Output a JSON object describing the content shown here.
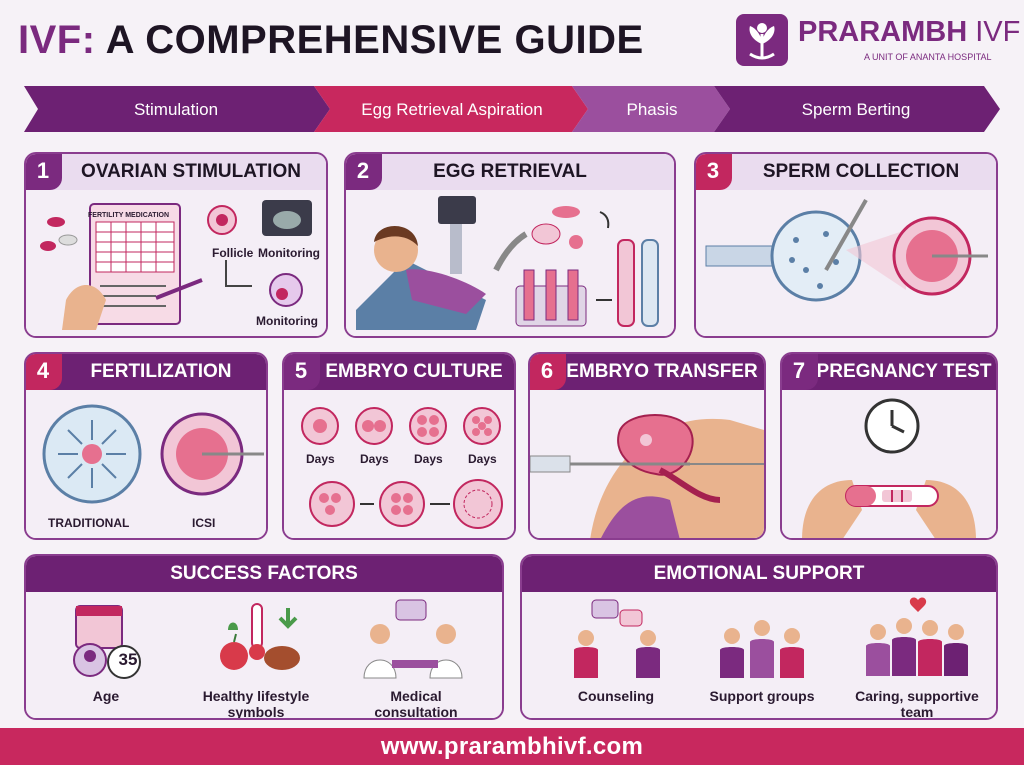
{
  "header": {
    "title_accent": "IVF:",
    "title_rest": " A COMPREHENSIVE GUIDE",
    "logo_bold": "PRARAMBH",
    "logo_light": " IVF",
    "logo_sub": "A UNIT OF ANANTA HOSPITAL"
  },
  "process": {
    "steps": [
      "Stimulation",
      "Egg Retrieval Aspiration",
      "Phasis",
      "Sperm Berting"
    ]
  },
  "cards": {
    "c1": {
      "num": "1",
      "title": "OVARIAN STIMULATION",
      "sheet": "FERTILITY MEDICATION",
      "follicle": "Follicle",
      "monitoring1": "Monitoring",
      "monitoring2": "Monitoring"
    },
    "c2": {
      "num": "2",
      "title": "EGG RETRIEVAL"
    },
    "c3": {
      "num": "3",
      "title": "SPERM COLLECTION"
    },
    "c4": {
      "num": "4",
      "title": "FERTILIZATION",
      "traditional": "TRADITIONAL",
      "icsi": "ICSI"
    },
    "c5": {
      "num": "5",
      "title": "EMBRYO CULTURE",
      "days": [
        "Days",
        "Days",
        "Days",
        "Days"
      ]
    },
    "c6": {
      "num": "6",
      "title": "EMBRYO TRANSFER"
    },
    "c7": {
      "num": "7",
      "title": "PREGNANCY TEST"
    }
  },
  "success": {
    "title": "SUCCESS FACTORS",
    "age_number": "35",
    "items": [
      "Age",
      "Healthy lifestyle symbols",
      "Medical consultation"
    ]
  },
  "emotional": {
    "title": "EMOTIONAL SUPPORT",
    "items": [
      "Counseling",
      "Support groups",
      "Caring, supportive team"
    ]
  },
  "footer": {
    "url": "www.prarambhivf.com"
  },
  "colors": {
    "purple": "#7b2a7f",
    "dark_purple": "#6d2173",
    "pink": "#c8285e",
    "lavender": "#eadcef"
  }
}
